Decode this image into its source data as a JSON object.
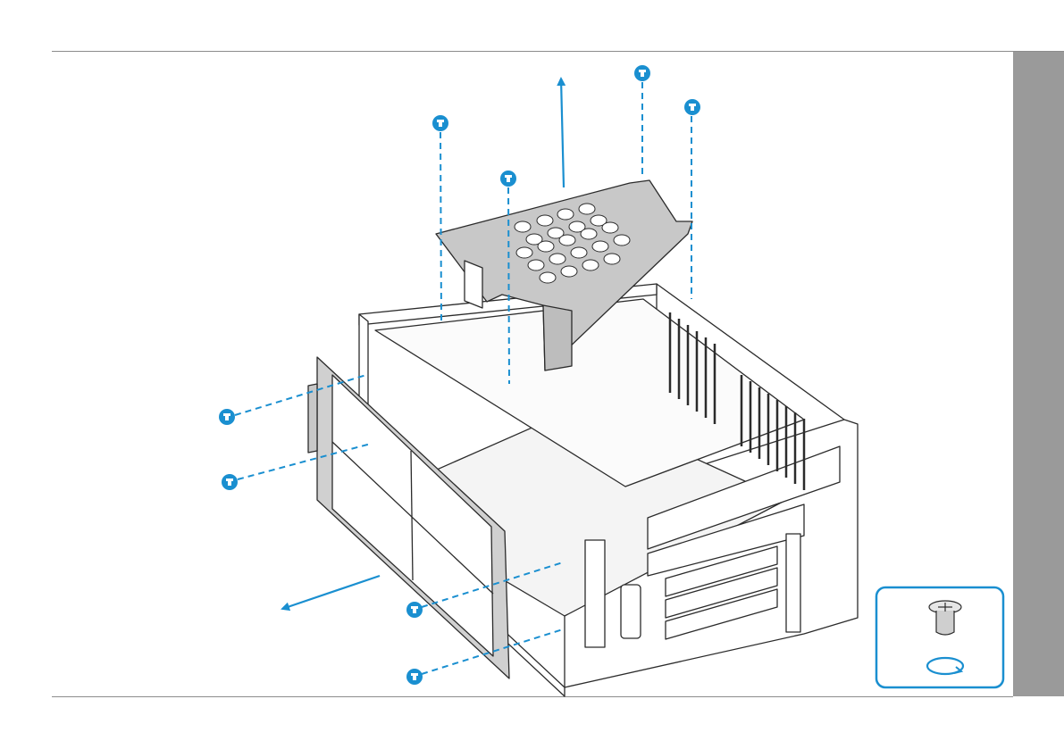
{
  "colors": {
    "accent": "#1a8fd0",
    "line": "#2b2b2b",
    "panel": "#c8c8c8",
    "side_tab": "#9a9a9a",
    "rule": "#8c8c8c"
  },
  "icons": {
    "screw": "screw-icon",
    "callout": "screw-removal-callout",
    "direction": "arrow-icon"
  },
  "diagram": {
    "screw_count": 9,
    "parts": [
      "top-bracket",
      "side-bracket",
      "chassis"
    ]
  }
}
